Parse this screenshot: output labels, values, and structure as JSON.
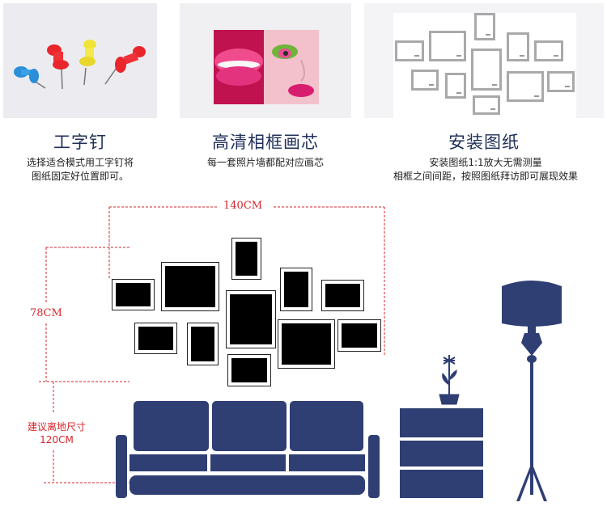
{
  "features": [
    {
      "title": "工字钉",
      "desc": [
        "选择适合模式用工字钉将",
        "图纸固定好位置即可。"
      ],
      "image": "push-pins-photo"
    },
    {
      "title": "高清相框画芯",
      "desc": [
        "每一套照片墙都配对应画芯"
      ],
      "image": "lips-eye-makeup-photo"
    },
    {
      "title": "安装图纸",
      "desc": [
        "安装图纸1:1放大无需测量",
        "相框之间间距，按照图纸拜访即可展现效果"
      ],
      "image": "installation-template-photo"
    }
  ],
  "dimensions": {
    "width": "140CM",
    "height": "78CM",
    "floor_label": [
      "建议离地尺寸",
      "120CM"
    ]
  },
  "colors": {
    "furniture": "#2f3e73",
    "dimension_lines": "#d8262b",
    "title_text": "#1f2f58"
  }
}
